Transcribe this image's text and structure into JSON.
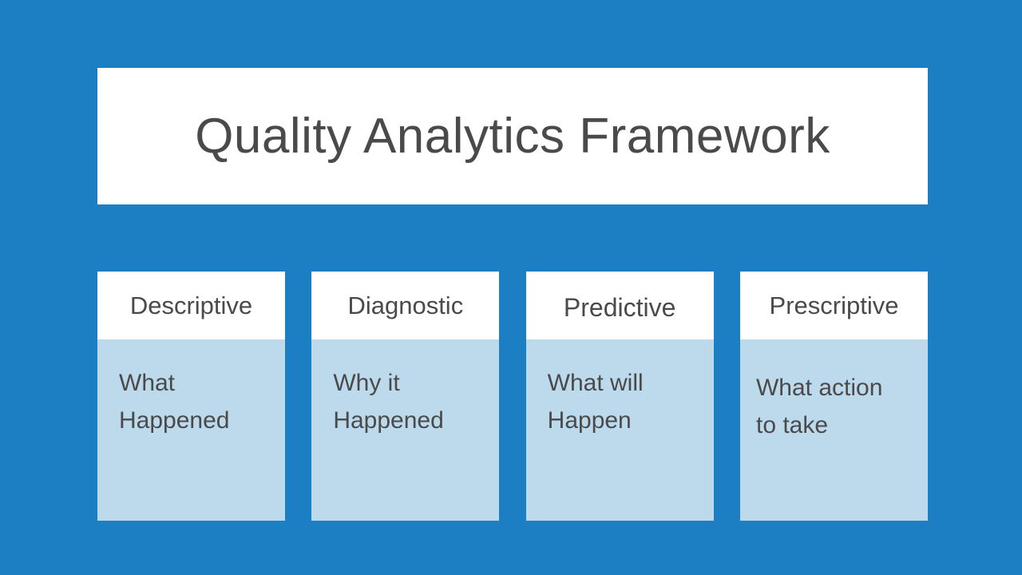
{
  "slide": {
    "background_color": "#1c7fc3",
    "panel_color": "#ffffff",
    "body_color": "#bdd9ec",
    "text_color": "#4a4a4a"
  },
  "title": {
    "text": "Quality Analytics Framework"
  },
  "cards": [
    {
      "header": "Descriptive",
      "body": "What\nHappened"
    },
    {
      "header": "Diagnostic",
      "body": "Why it\nHappened"
    },
    {
      "header": "Predictive",
      "body": "What will\nHappen"
    },
    {
      "header": "Prescriptive",
      "body": "What action\nto take"
    }
  ]
}
